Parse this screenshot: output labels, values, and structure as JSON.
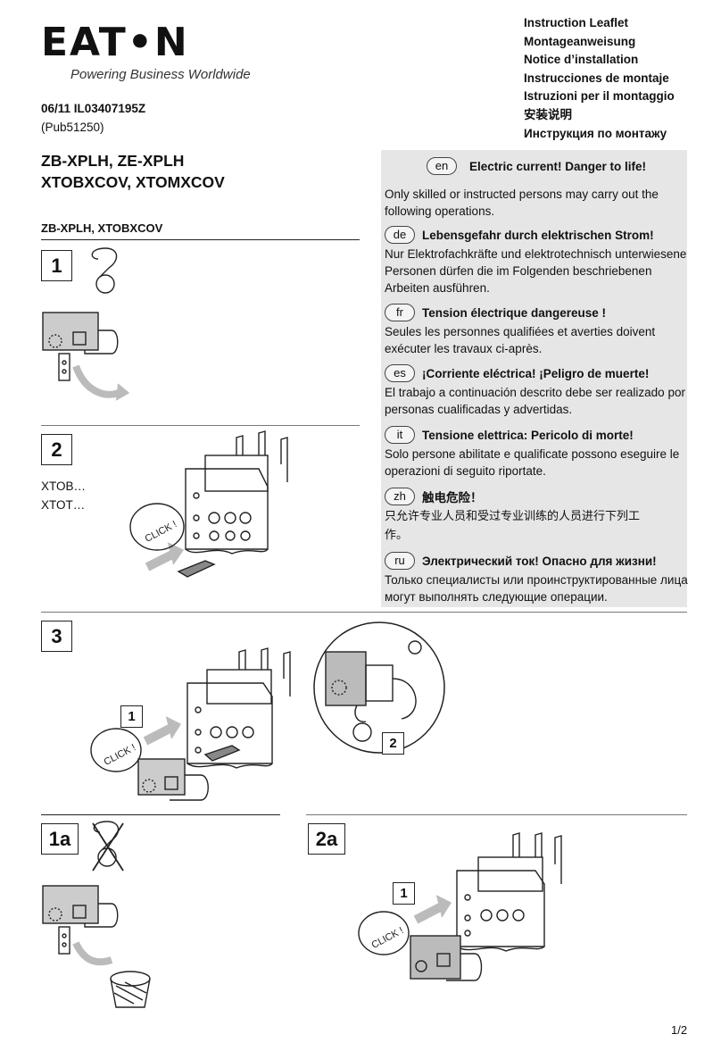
{
  "header": {
    "brand": "EAT•N",
    "tagline": "Powering Business Worldwide",
    "doc_number": "06/11 IL03407195Z",
    "pub_number": "(Pub51250)",
    "leaflet_titles": [
      "Instruction Leaflet",
      "Montageanweisung",
      "Notice d’installation",
      "Instrucciones de montaje",
      "Istruzioni per il montaggio",
      "安装说明",
      "Инструкция по монтажу"
    ]
  },
  "product": {
    "line1": "ZB-XPLH, ZE-XPLH",
    "line2": "XTOBXCOV, XTOMXCOV",
    "sub_label": "ZB-XPLH, XTOBXCOV"
  },
  "steps": {
    "s1": "1",
    "s2": "2",
    "s3": "3",
    "s1a": "1a",
    "s2a": "2a",
    "s3_inner1": "1",
    "s3_inner2": "2",
    "s2a_inner1": "1",
    "variants": [
      "XTOB…",
      "XTOT…"
    ],
    "click_label": "CLICK !"
  },
  "warnings": [
    {
      "lang": "en",
      "title": "Electric current! Danger to life!",
      "body": "Only skilled or instructed persons may carry out the following operations."
    },
    {
      "lang": "de",
      "title": "Lebensgefahr durch elektrischen Strom!",
      "body": "Nur Elektrofachkräfte und elektrotechnisch unterwiesene Personen dürfen die im Folgenden beschriebenen Arbeiten ausführen."
    },
    {
      "lang": "fr",
      "title": "Tension électrique dangereuse !",
      "body": "Seules les personnes qualifiées et averties doivent exécuter les travaux ci-après."
    },
    {
      "lang": "es",
      "title": "¡Corriente eléctrica! ¡Peligro de muerte!",
      "body": "El trabajo a continuación descrito debe ser realizado por personas cualificadas y advertidas."
    },
    {
      "lang": "it",
      "title": "Tensione elettrica: Pericolo di morte!",
      "body": "Solo persone abilitate e qualificate possono eseguire le operazioni di seguito riportate."
    },
    {
      "lang": "zh",
      "title": "触电危险！",
      "body": "只允许专业人员和受过专业训练的人员进行下列工作。"
    },
    {
      "lang": "ru",
      "title": "Электрический ток! Опасно для жизни!",
      "body": "Только специалисты или проинструктированные лица могут выполнять следующие операции."
    }
  ],
  "footer": {
    "page": "1/2"
  }
}
